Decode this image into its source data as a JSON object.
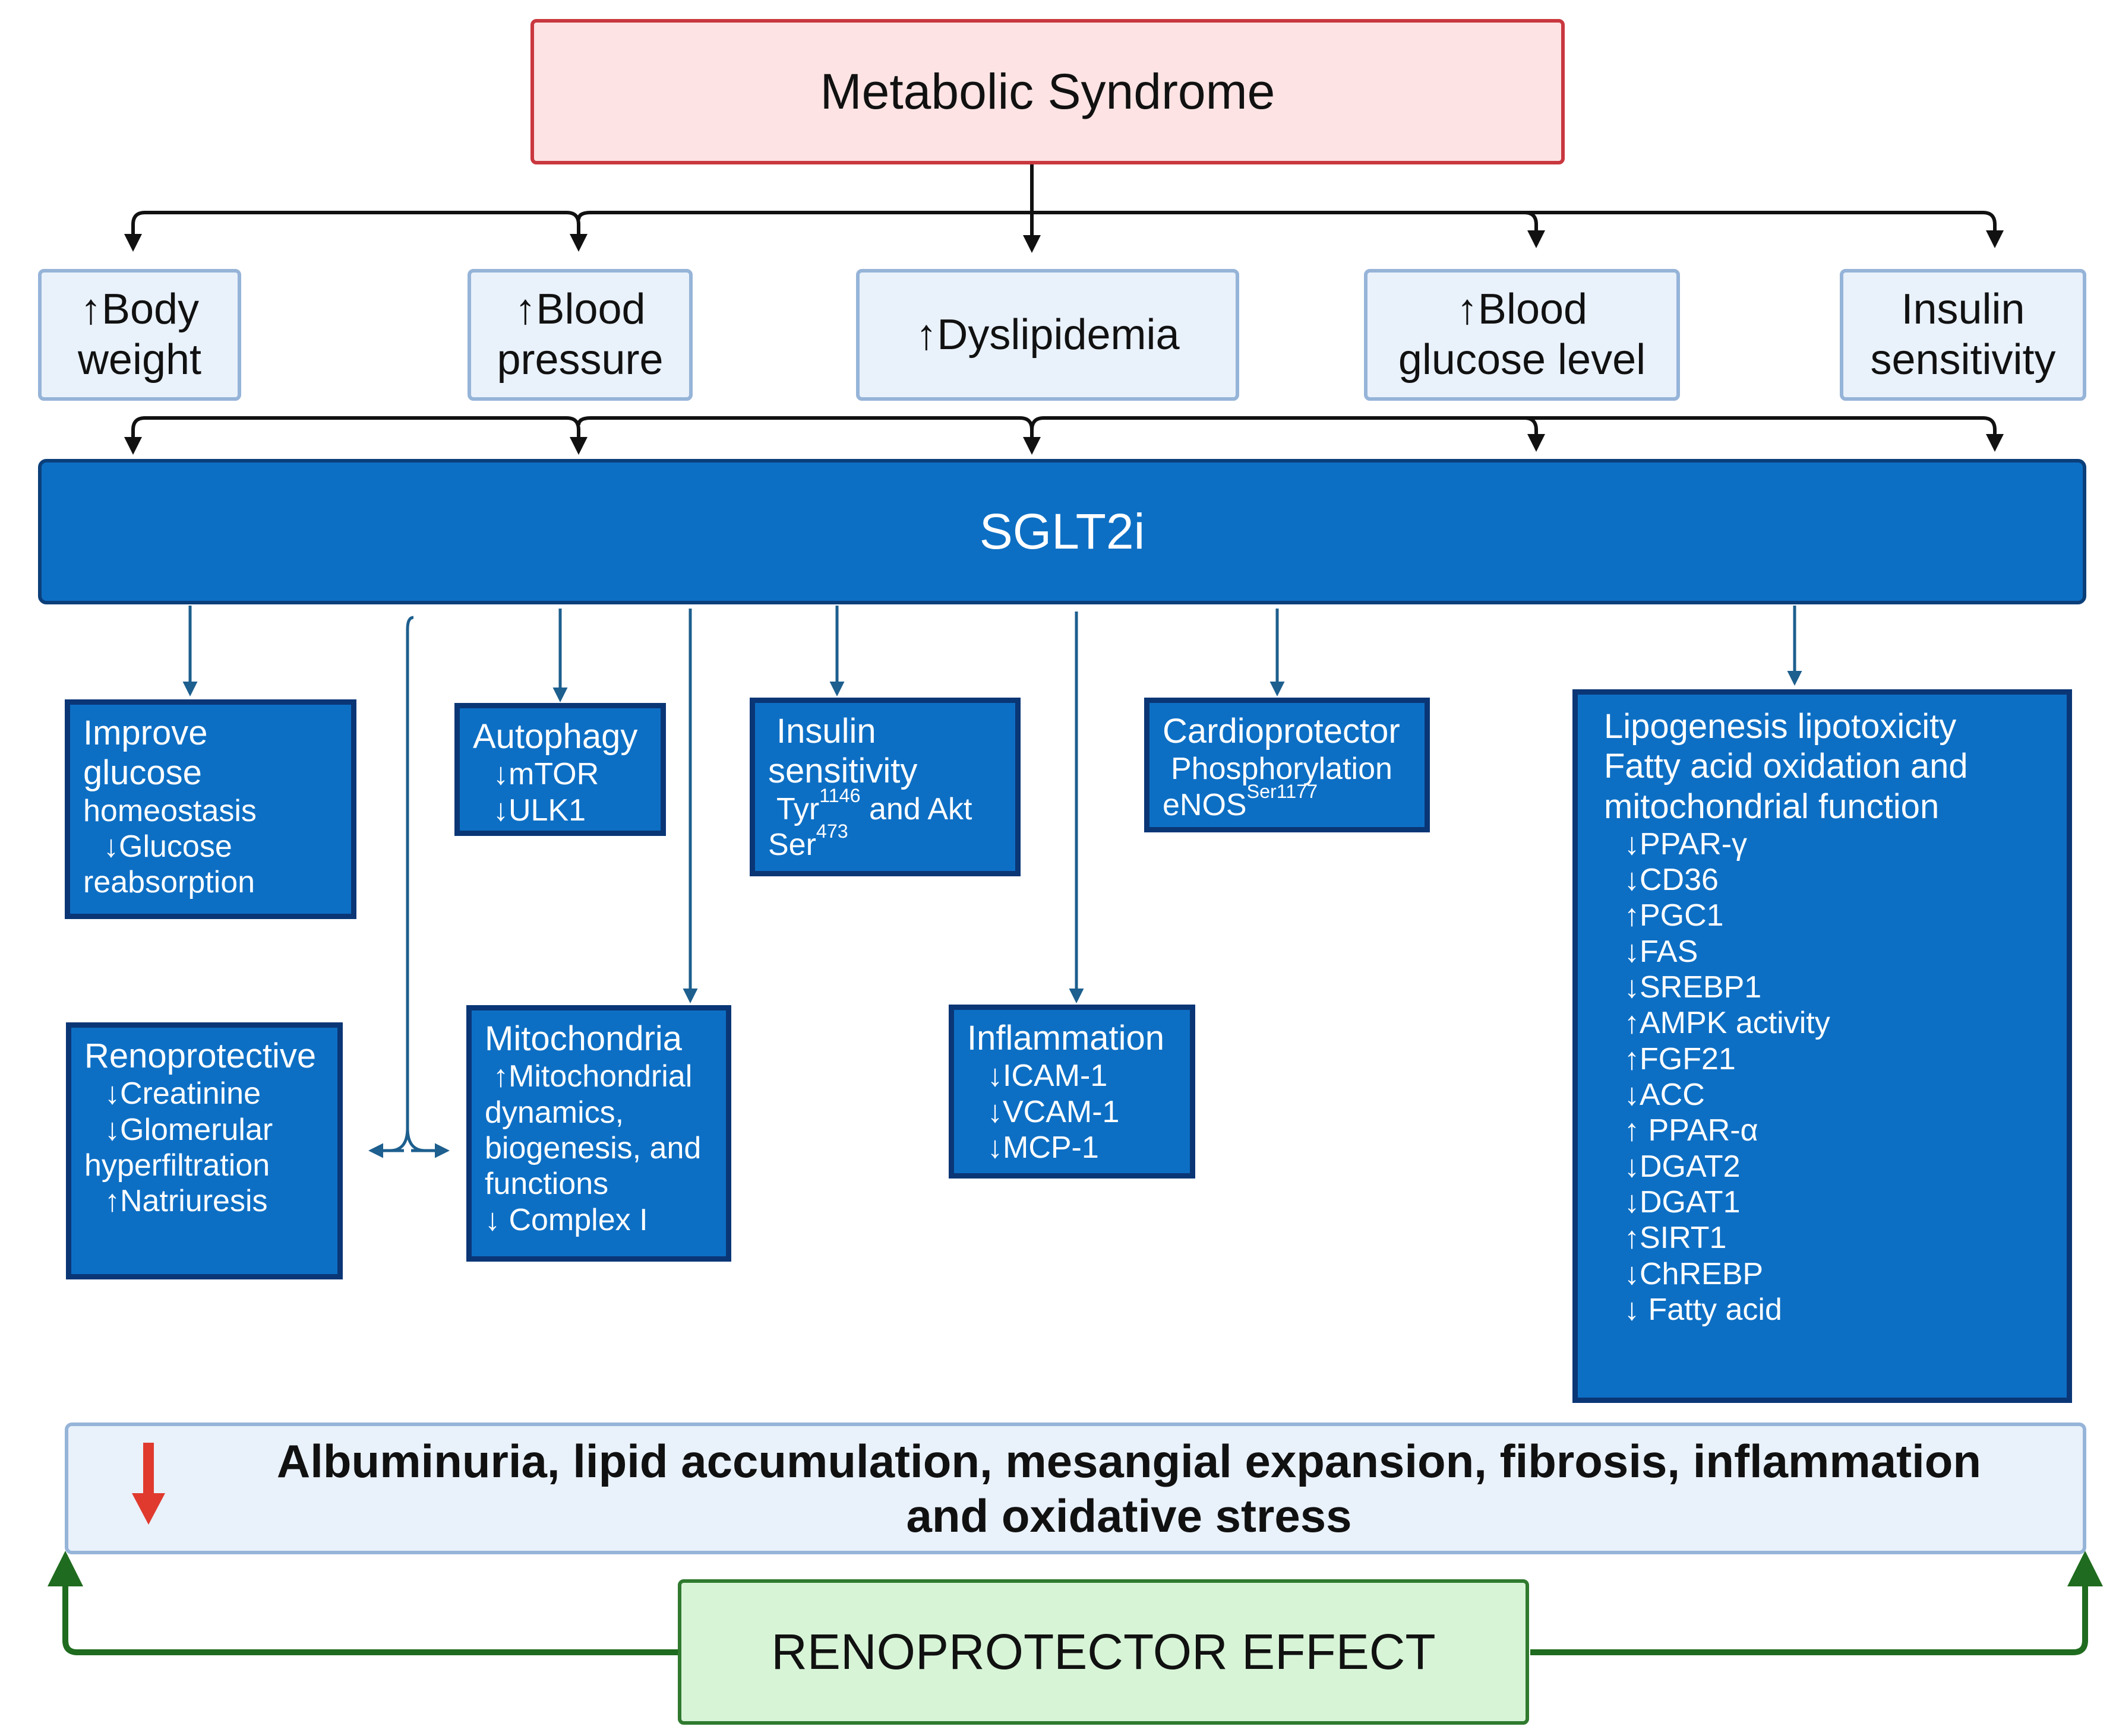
{
  "top": {
    "title": "Metabolic Syndrome"
  },
  "factors": {
    "body_weight": [
      "↑Body",
      "weight"
    ],
    "blood_pressure": [
      "↑Blood",
      "pressure"
    ],
    "dyslipidemia": "↑Dyslipidemia",
    "blood_glucose": [
      "↑Blood",
      "glucose level"
    ],
    "insulin_sensitivity": [
      "Insulin",
      "sensitivity"
    ]
  },
  "sglt2i": "SGLT2i",
  "boxes": {
    "glucose": {
      "title_lines": [
        "Improve",
        "glucose"
      ],
      "lines": [
        "homeostasis",
        "↓Glucose",
        "reabsorption"
      ]
    },
    "autophagy": {
      "title": "Autophagy",
      "lines": [
        "↓mTOR",
        "↓ULK1"
      ]
    },
    "insulin": {
      "title_lines": [
        "Insulin",
        "sensitivity"
      ],
      "tyr": "Tyr",
      "tyr_sup": "1146",
      "and_akt": " and Akt",
      "ser": "Ser",
      "ser_sup": "473"
    },
    "cardio": {
      "title": "Cardioprotector",
      "line1": "Phosphorylation",
      "enos": "eNOS",
      "enos_sup": "Ser1177"
    },
    "lipid": {
      "title_lines": [
        "Lipogenesis  lipotoxicity",
        "Fatty acid oxidation and",
        "mitochondrial function"
      ],
      "markers": [
        "↓PPAR-γ",
        "↓CD36",
        "↑PGC1",
        "↓FAS",
        "↓SREBP1",
        "↑AMPK activity",
        "↑FGF21",
        "↓ACC",
        "↑ PPAR-α",
        "↓DGAT2",
        "↓DGAT1",
        "↑SIRT1",
        "↓ChREBP",
        "↓ Fatty acid"
      ]
    },
    "reno": {
      "title": "Renoprotective",
      "lines": [
        "↓Creatinine",
        "↓Glomerular",
        "hyperfiltration",
        "↑Natriuresis"
      ]
    },
    "mito": {
      "title": "Mitochondria",
      "lines": [
        "↑Mitochondrial",
        "dynamics,",
        "biogenesis, and",
        "functions",
        "↓ Complex I"
      ]
    },
    "inflammation": {
      "title": "Inflammation",
      "lines": [
        "↓ICAM-1",
        "↓VCAM-1",
        "↓MCP-1"
      ]
    }
  },
  "outcome": {
    "line1": "Albuminuria, lipid accumulation, mesangial expansion, fibrosis, inflammation",
    "line2": "and oxidative stress"
  },
  "effect": "RENOPROTECTOR EFFECT",
  "colors": {
    "connector": "#111111",
    "blue_arrow": "#1d5f8e",
    "green_arrow": "#1f6b1f",
    "down_arrow": "#e03a2e"
  }
}
